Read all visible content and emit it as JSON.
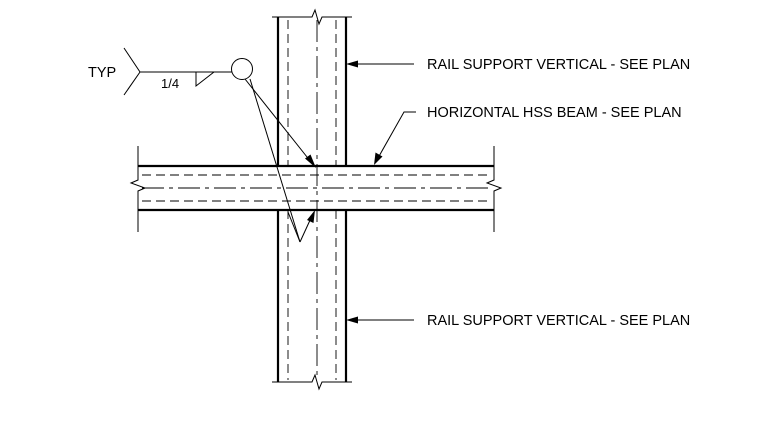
{
  "callouts": {
    "top": "RAIL SUPPORT VERTICAL - SEE PLAN",
    "middle": "HORIZONTAL HSS BEAM - SEE PLAN",
    "bottom": "RAIL SUPPORT VERTICAL - SEE PLAN"
  },
  "weld_symbol": {
    "note": "TYP",
    "size": "1/4"
  }
}
